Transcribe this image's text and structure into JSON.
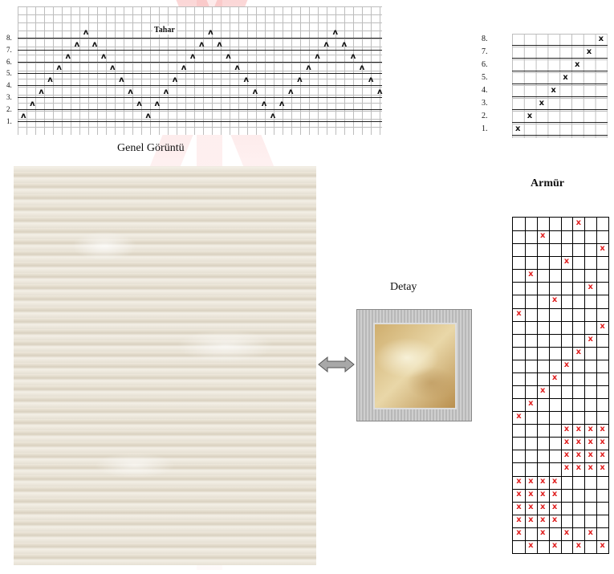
{
  "top_pattern": {
    "title": "Tahar",
    "row_labels": [
      "8.",
      "7.",
      "6.",
      "5.",
      "4.",
      "3.",
      "2.",
      "1."
    ],
    "mark_glyph": "ʌ"
  },
  "right_pattern": {
    "row_labels": [
      "8.",
      "7.",
      "6.",
      "5.",
      "4.",
      "3.",
      "2.",
      "1."
    ],
    "mark_glyph": "x"
  },
  "captions": {
    "genel": "Genel Görüntü",
    "detay": "Detay",
    "armur": "Armür"
  },
  "armur_grid": {
    "mark_glyph": "x",
    "mark_color": "#e02020"
  },
  "colors": {
    "watermark": "#f48c8c",
    "arrow": "#9a9a9a"
  }
}
